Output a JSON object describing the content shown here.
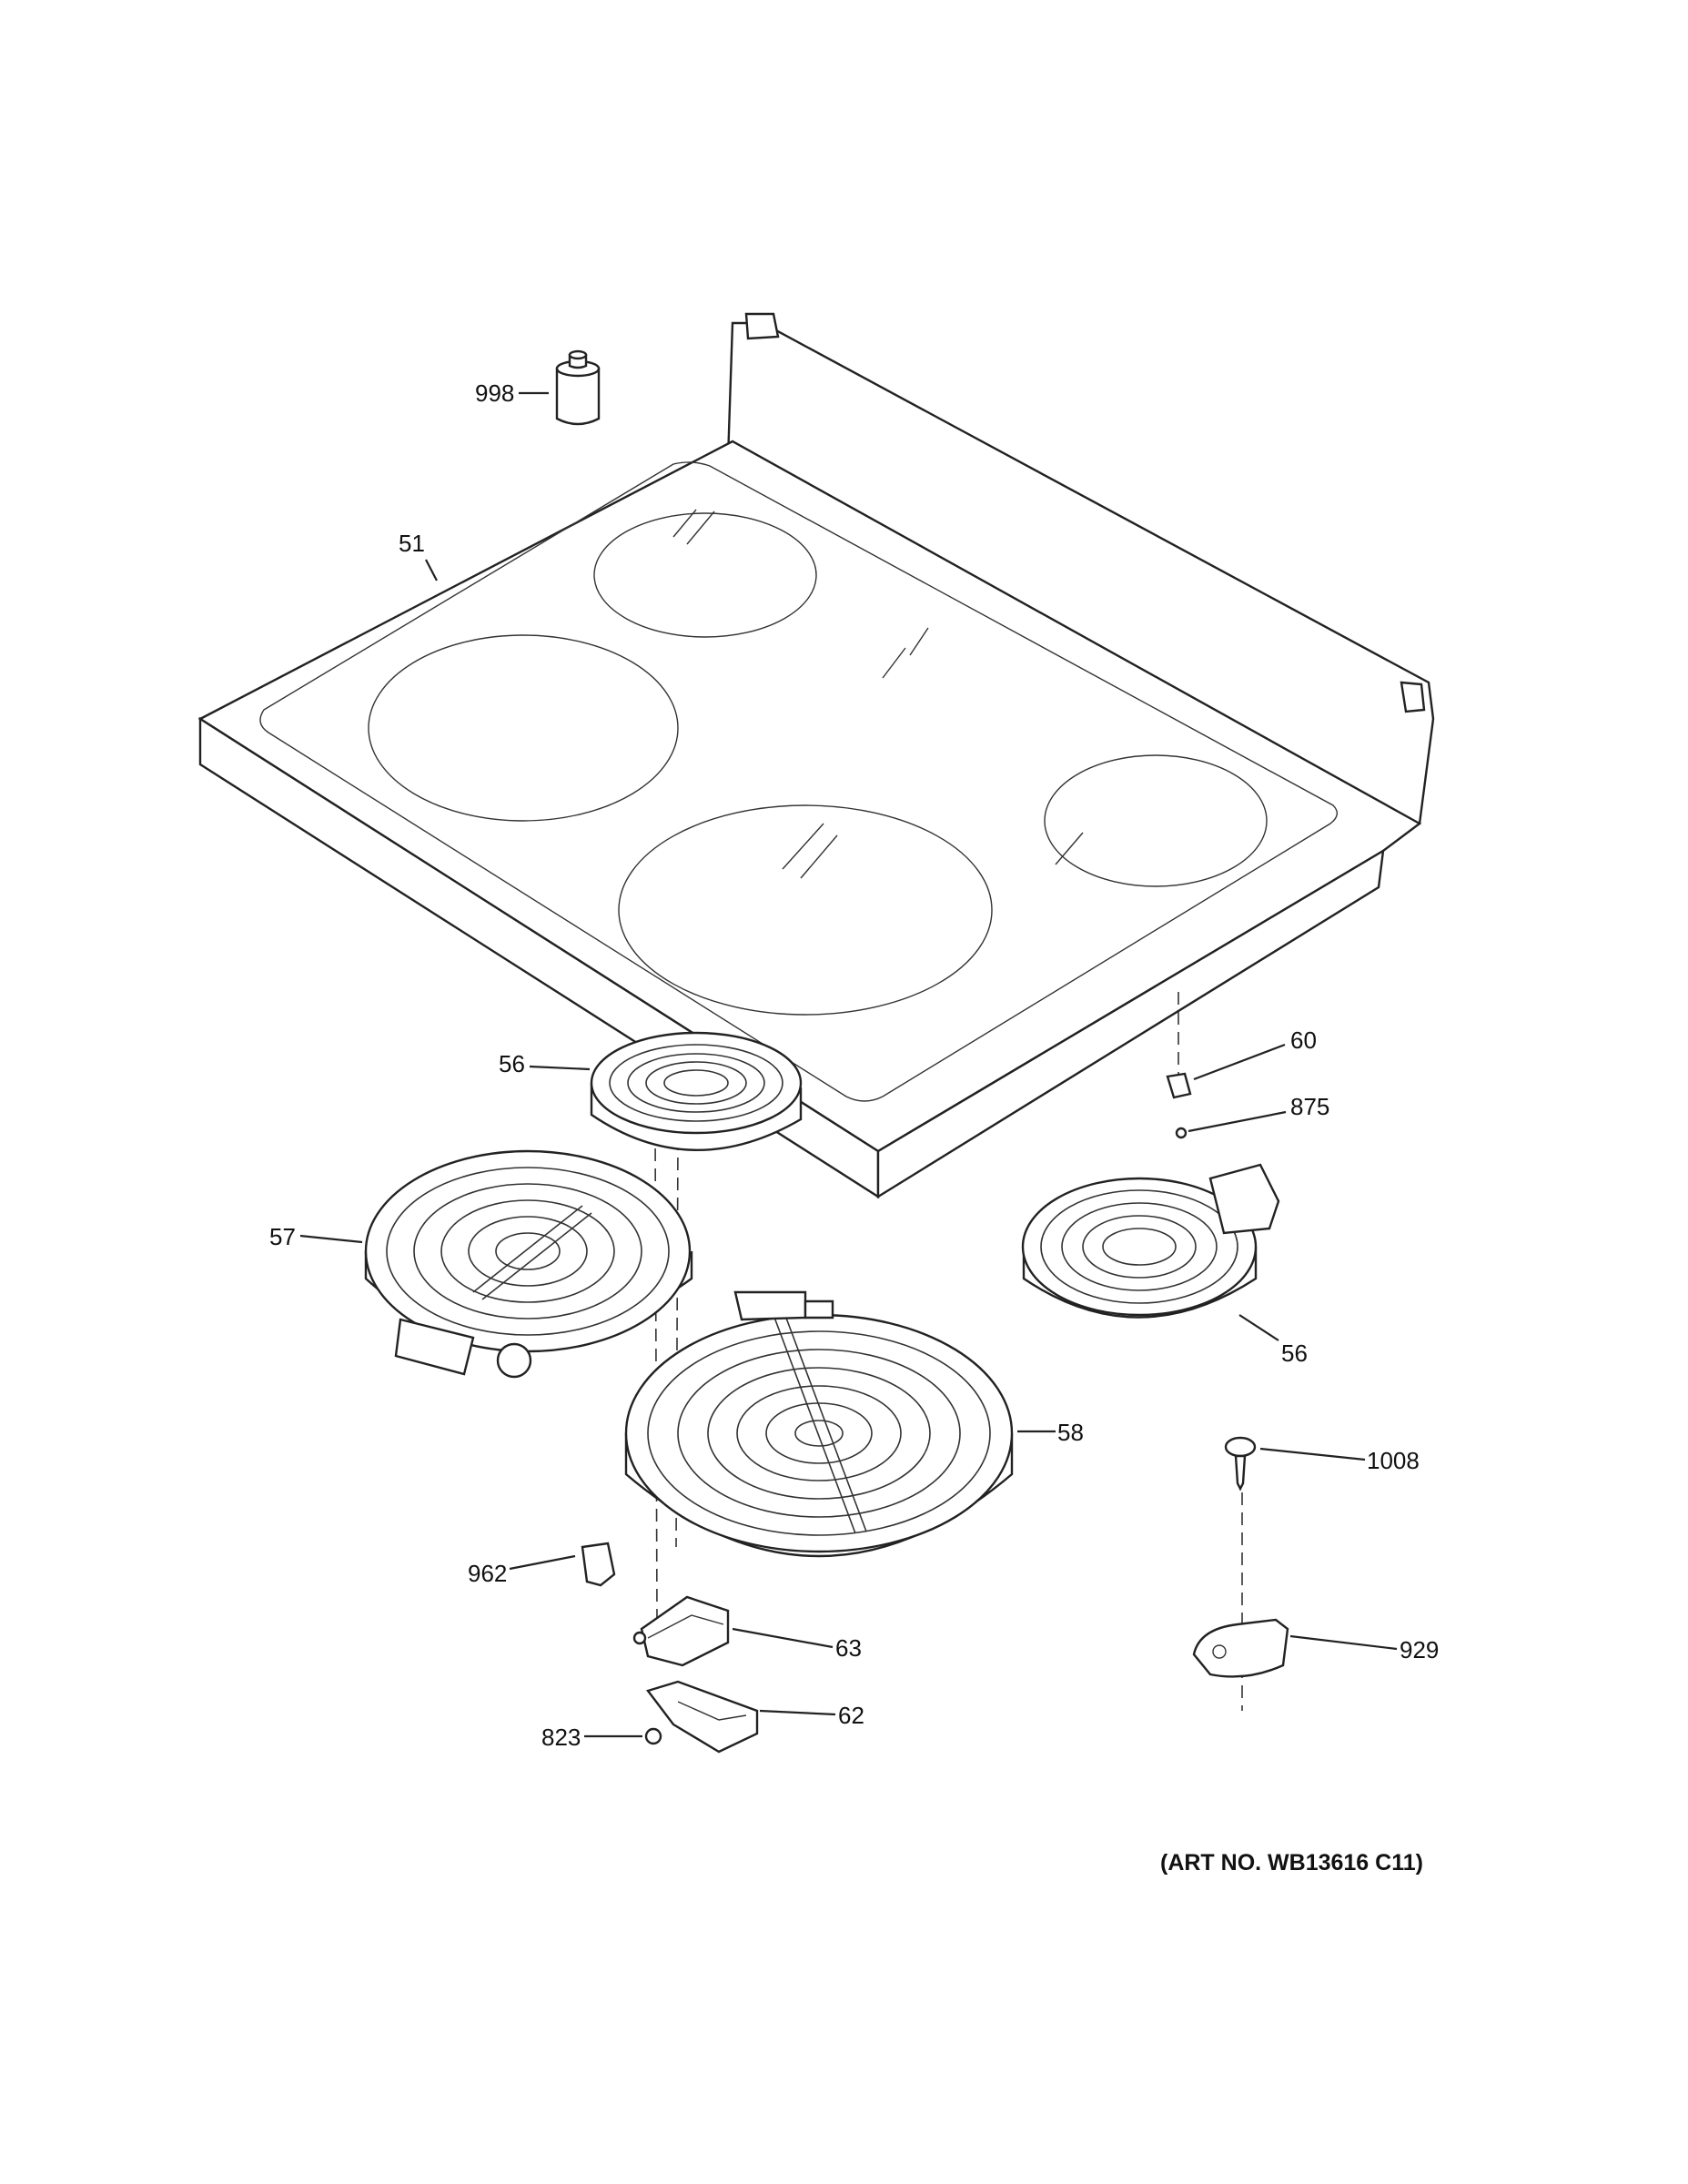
{
  "labels": {
    "p998": "998",
    "p51": "51",
    "p60": "60",
    "p875": "875",
    "p56a": "56",
    "p57": "57",
    "p56b": "56",
    "p58": "58",
    "p1008": "1008",
    "p962": "962",
    "p63": "63",
    "p62": "62",
    "p929": "929",
    "p823": "823"
  },
  "art_number": "(ART NO. WB13616 C11)"
}
